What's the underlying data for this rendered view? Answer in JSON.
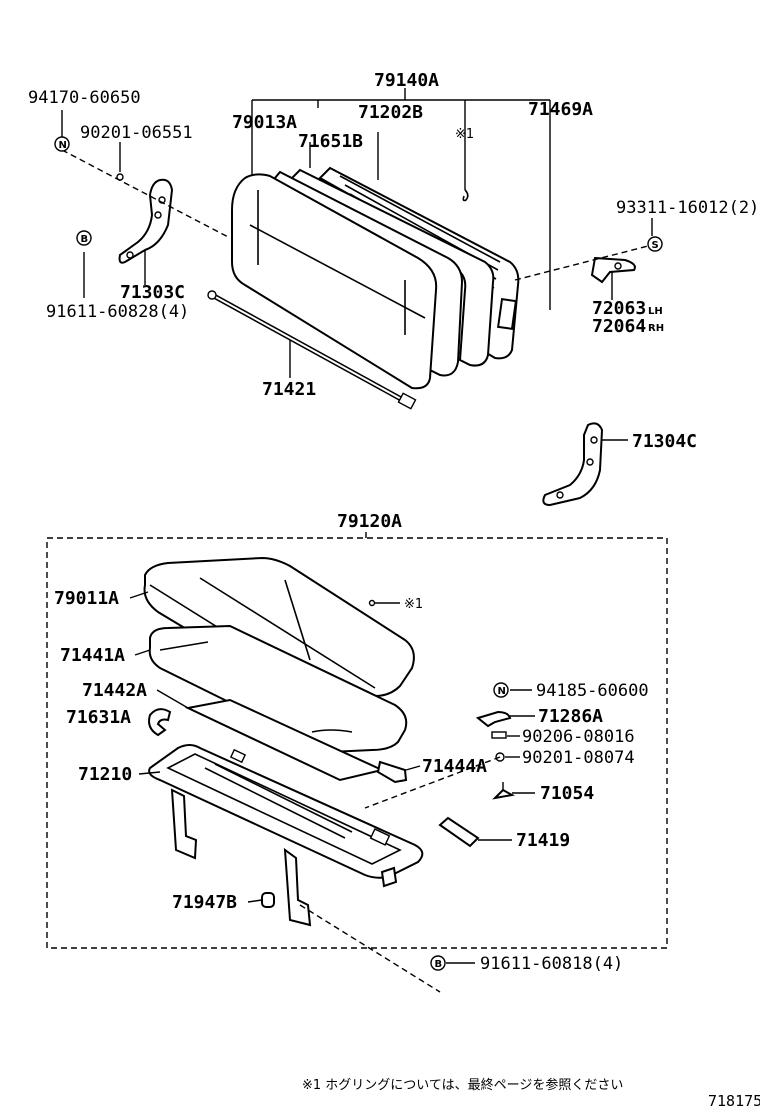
{
  "labels": {
    "p79140A": "79140A",
    "p94170": "94170-60650",
    "p90201_06551": "90201-06551",
    "p79013A": "79013A",
    "p71202B": "71202B",
    "p71469A": "71469A",
    "p71651B": "71651B",
    "p93311": "93311-16012(2)",
    "p71303C": "71303C",
    "p91611_60828": "91611-60828(4)",
    "p72063": "72063",
    "p72064": "72064",
    "p71421": "71421",
    "p71304C": "71304C",
    "p79120A": "79120A",
    "p79011A": "79011A",
    "p71441A": "71441A",
    "p71442A": "71442A",
    "p71631A": "71631A",
    "p71210": "71210",
    "p94185": "94185-60600",
    "p71286A": "71286A",
    "p90206": "90206-08016",
    "p90201_08074": "90201-08074",
    "p71444A": "71444A",
    "p71054": "71054",
    "p71419": "71419",
    "p71947B": "71947B",
    "p91611_60818": "91611-60818(4)",
    "ref1_top": "※1",
    "ref1_mid": "※1",
    "suffix_lh": "LH",
    "suffix_rh": "RH"
  },
  "markers": {
    "n": "N",
    "b": "B",
    "s": "S"
  },
  "footer": {
    "note": "※1 ホグリングについては、最終ページを参照ください",
    "diagram_id": "718175"
  }
}
